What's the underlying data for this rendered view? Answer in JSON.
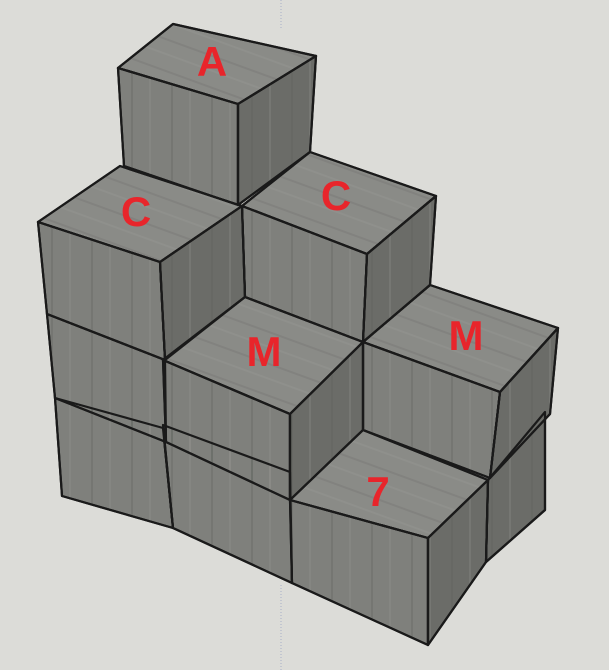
{
  "labels": {
    "top_cube": "A",
    "upper_left_cube": "C",
    "upper_right_cube": "C",
    "middle_cube": "M",
    "right_cube": "M",
    "front_cube": "7"
  },
  "colors": {
    "background": "#dcdcd8",
    "label": "#e8252b",
    "top_face": "#8a8b87",
    "front_face": "#7f807c",
    "side_face": "#6b6c68",
    "edge": "#1a1a1a"
  }
}
